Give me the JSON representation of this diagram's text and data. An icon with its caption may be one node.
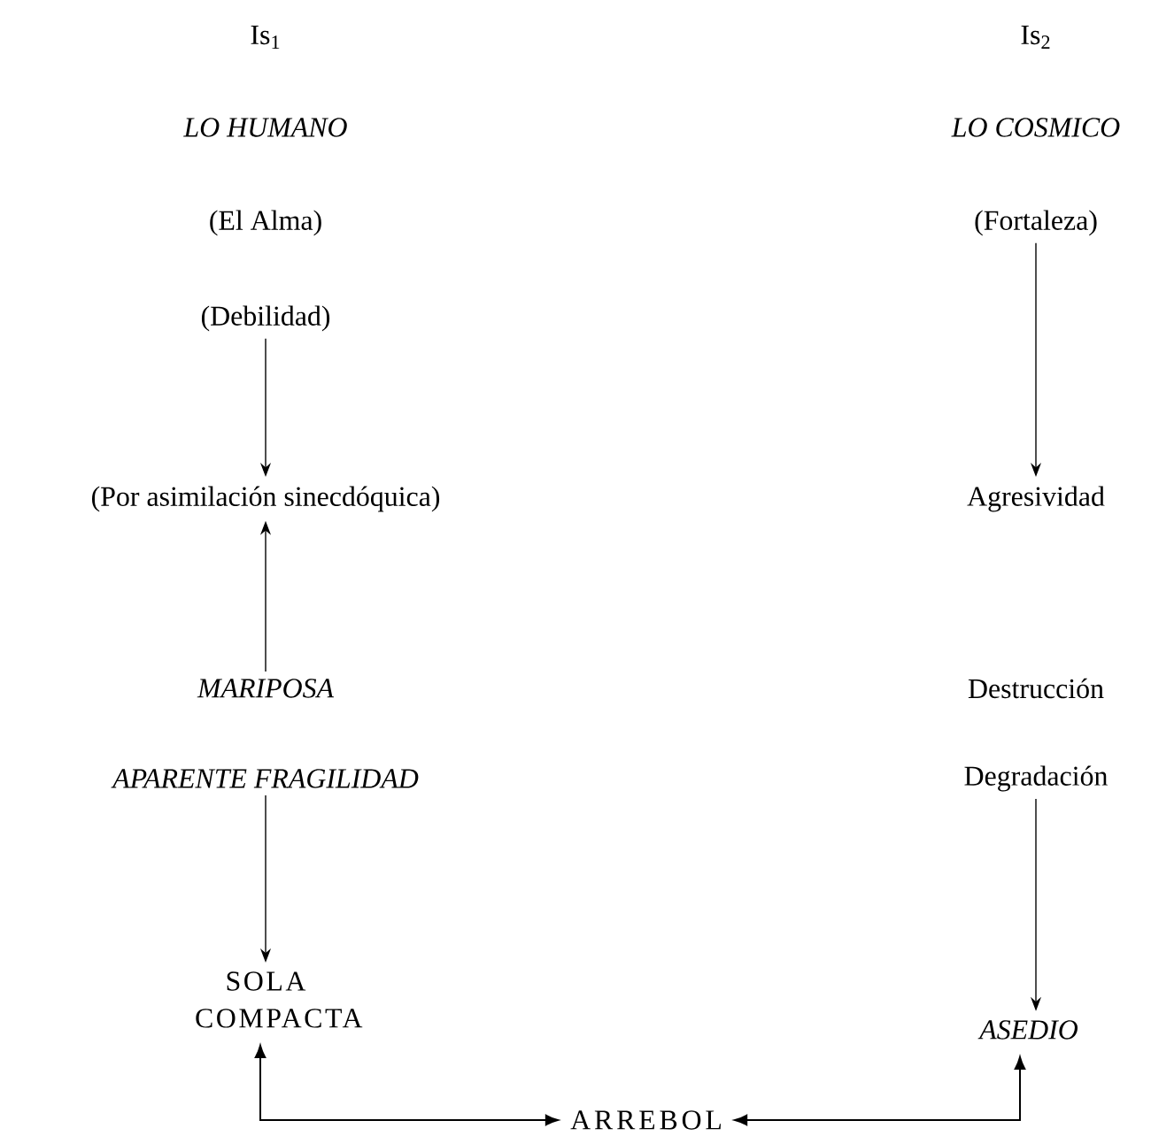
{
  "diagram": {
    "nodes": [
      {
        "text": [
          "(Debilidad)"
        ]
      },
      {
        "text": [
          "(Por asimilación sinecdóquica)"
        ]
      },
      {
        "text": [
          "MARIPOSA"
        ]
      },
      {
        "text": [
          "APARENTE FRAGILIDAD"
        ]
      },
      {
        "text": [
          "SOLA COMPACTA"
        ]
      },
      {
        "text": [
          "(Fortaleza)"
        ]
      },
      {
        "text": [
          "Agresividad"
        ]
      },
      {
        "text": [
          "Degradación"
        ]
      },
      {
        "text": [
          "ASEDIO"
        ]
      },
      {
        "text": [
          "ARREBOL"
        ]
      }
    ],
    "edges": [
      {
        "from": 0,
        "to": 1,
        "arrow": "to"
      },
      {
        "from": 2,
        "to": 1,
        "arrow": "to"
      },
      {
        "from": 3,
        "to": 4,
        "arrow": "to"
      },
      {
        "from": 5,
        "to": 6,
        "arrow": "to"
      },
      {
        "from": 7,
        "to": 8,
        "arrow": "to"
      },
      {
        "from": 4,
        "to": 9,
        "arrow": "both"
      },
      {
        "from": 8,
        "to": 9,
        "arrow": "both"
      }
    ],
    "labels": [
      "Is$_{1}$",
      "Is$_{2}$",
      "LO HUMANO",
      "LO COSMICO",
      "(El Alma)",
      "Destrucción"
    ]
  }
}
